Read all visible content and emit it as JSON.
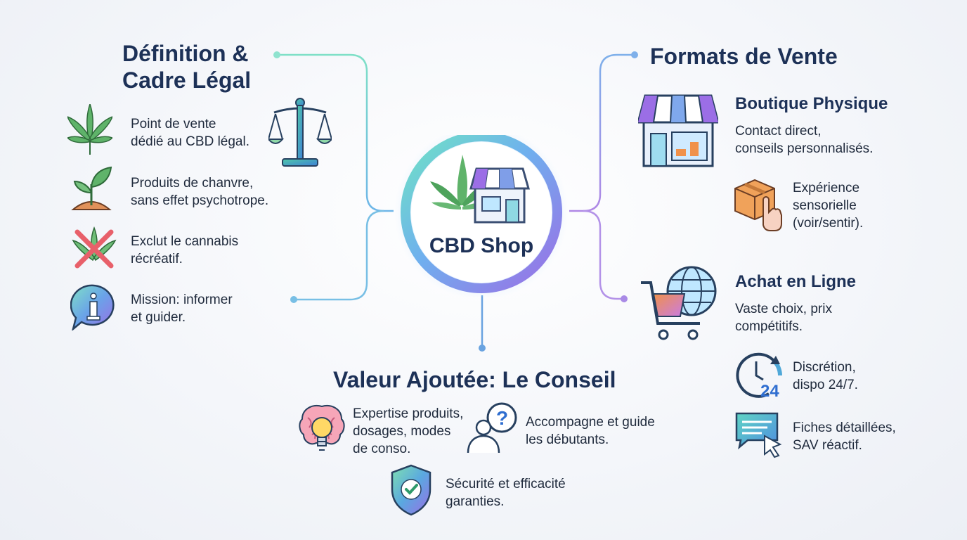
{
  "center": {
    "title": "CBD Shop"
  },
  "legal": {
    "title_line1": "Définition &",
    "title_line2": "Cadre Légal",
    "items": [
      {
        "line1": "Point de vente",
        "line2": "dédié au CBD légal.",
        "icon": "cannabis-leaf-icon"
      },
      {
        "line1": "Produits de chanvre,",
        "line2": "sans effet psychotrope.",
        "icon": "sprout-icon"
      },
      {
        "line1": "Exclut le cannabis",
        "line2": "récréatif.",
        "icon": "crossed-leaf-icon"
      },
      {
        "line1": "Mission: informer",
        "line2": "et guider.",
        "icon": "info-bubble-icon"
      }
    ],
    "scale_icon": "scales-of-justice-icon"
  },
  "formats": {
    "title": "Formats de Vente",
    "shop": {
      "title": "Boutique Physique",
      "line1": "Contact direct,",
      "line2": "conseils personnalisés.",
      "sub_line1": "Expérience",
      "sub_line2": "sensorielle",
      "sub_line3": "(voir/sentir)."
    },
    "online": {
      "title": "Achat en Ligne",
      "line1": "Vaste choix, prix",
      "line2": "compétitifs.",
      "sub1_line1": "Discrétion,",
      "sub1_line2": "dispo 24/7.",
      "clock_number": "24",
      "sub2_line1": "Fiches détaillées,",
      "sub2_line2": "SAV réactif."
    }
  },
  "advice": {
    "title": "Valeur Ajoutée: Le Conseil",
    "item1_line1": "Expertise produits,",
    "item1_line2": "dosages, modes",
    "item1_line3": "de conso.",
    "item2_line1": "Accompagne et guide",
    "item2_line2": "les débutants.",
    "item3_line1": "Sécurité et efficacité",
    "item3_line2": "garanties."
  },
  "colors": {
    "heading": "#1d3157",
    "accent_teal": "#4fd1b5",
    "accent_blue": "#5b8fe0",
    "accent_purple": "#a57be6",
    "accent_orange": "#f0914a"
  }
}
